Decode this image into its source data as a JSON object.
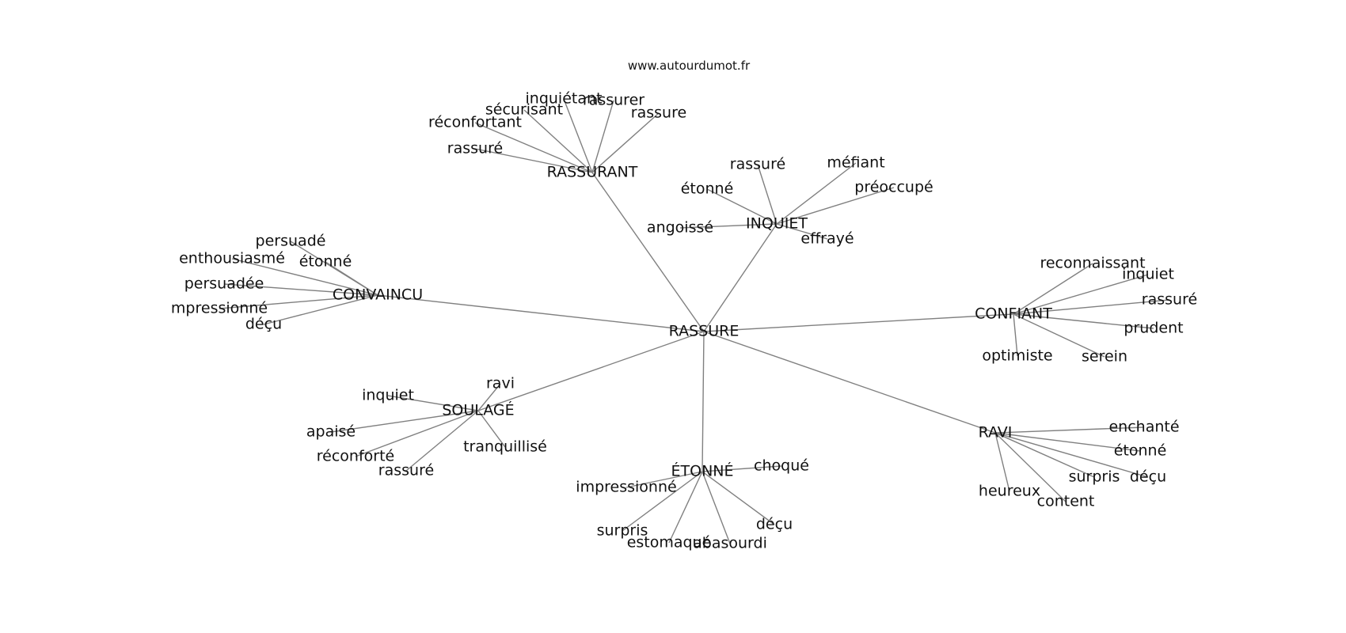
{
  "source": "www.autourdumot.fr",
  "graph": {
    "center": "RASSURE",
    "clusters": [
      {
        "hub": "RASSURANT",
        "words": [
          "inquiétant",
          "rassurer",
          "sécurisant",
          "réconfortant",
          "rassure",
          "rassuré"
        ]
      },
      {
        "hub": "INQUIET",
        "words": [
          "rassuré",
          "méfiant",
          "étonné",
          "préoccupé",
          "angoissé",
          "effrayé"
        ]
      },
      {
        "hub": "CONVAINCU",
        "words": [
          "persuadé",
          "enthousiasmé",
          "étonné",
          "persuadée",
          "mpressionné",
          "déçu"
        ]
      },
      {
        "hub": "CONFIANT",
        "words": [
          "reconnaissant",
          "inquiet",
          "rassuré",
          "prudent",
          "optimiste",
          "serein"
        ]
      },
      {
        "hub": "SOULAGÉ",
        "words": [
          "ravi",
          "inquiet",
          "apaisé",
          "tranquillisé",
          "réconforté",
          "rassuré"
        ]
      },
      {
        "hub": "ÉTONNÉ",
        "words": [
          "choqué",
          "impressionné",
          "surpris",
          "déçu",
          "estomaqué",
          "abasourdi"
        ]
      },
      {
        "hub": "RAVI",
        "words": [
          "enchanté",
          "étonné",
          "surpris",
          "déçu",
          "heureux",
          "content"
        ]
      }
    ]
  }
}
